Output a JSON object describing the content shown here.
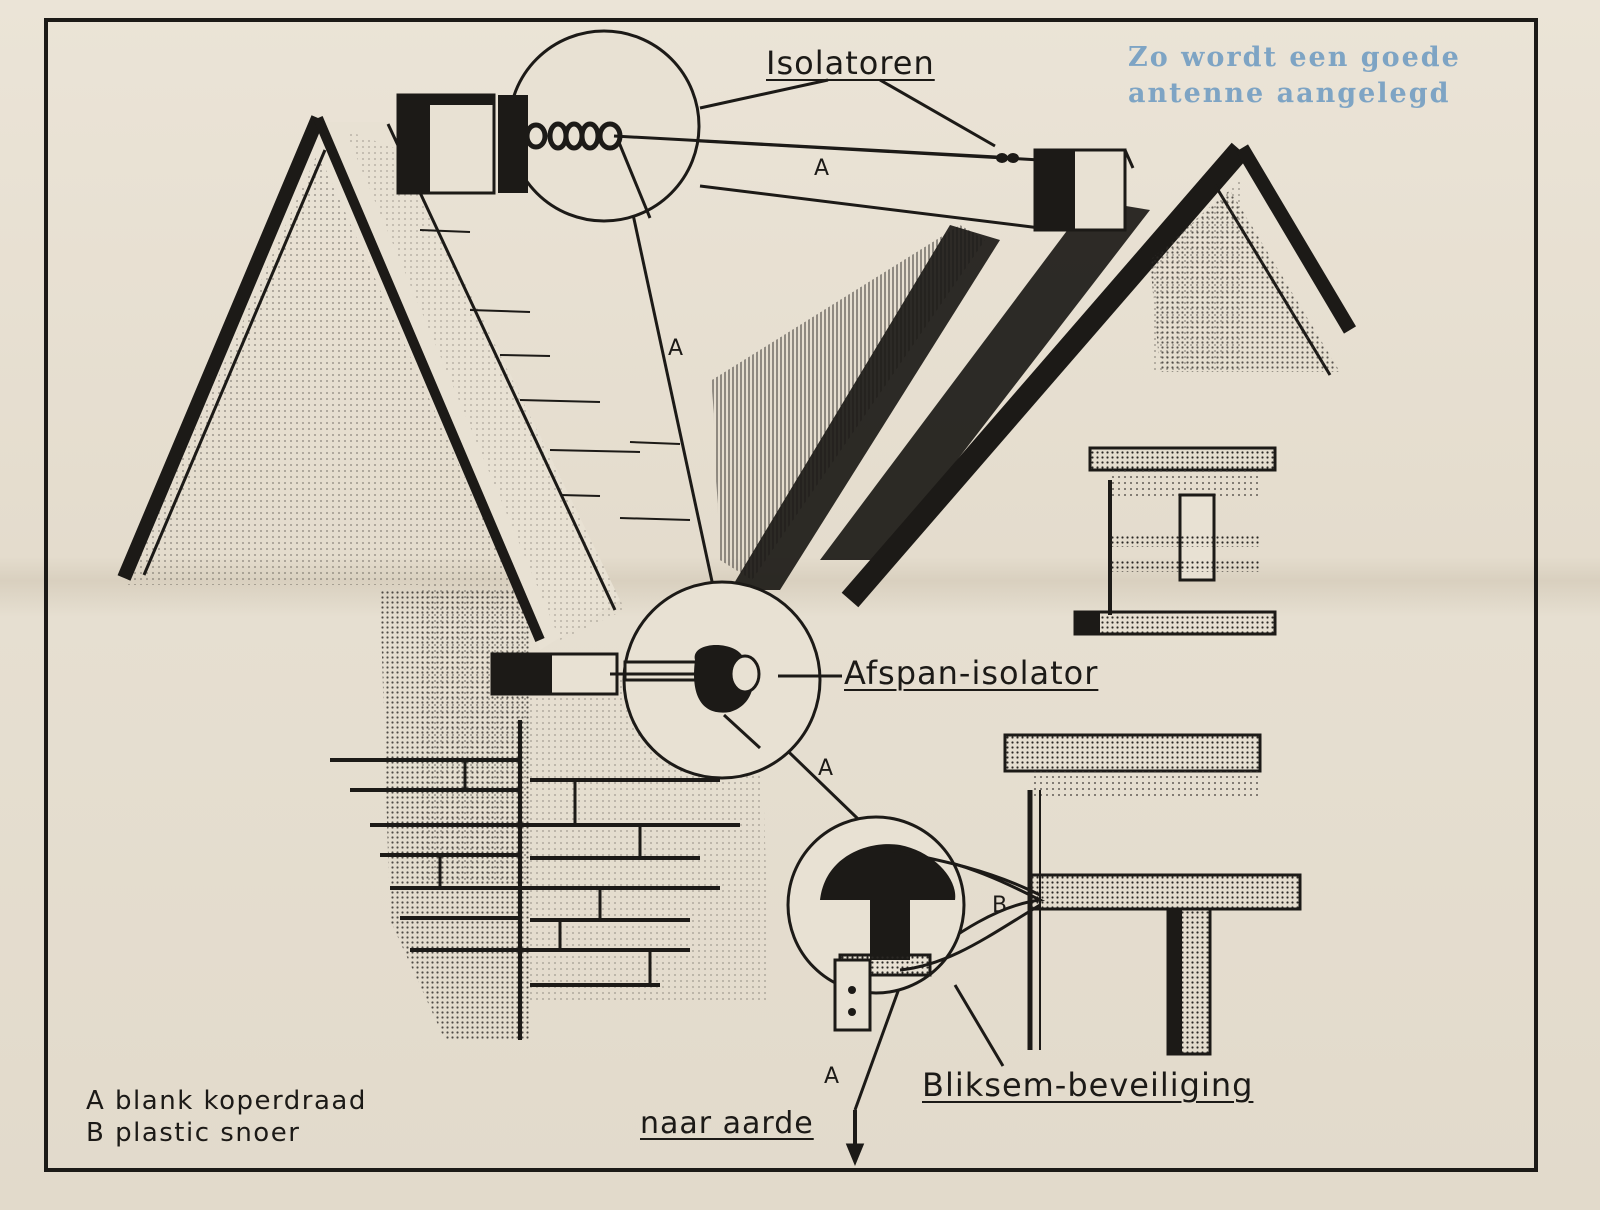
{
  "headline": {
    "line1": "Zo wordt een goede",
    "line2": "antenne aangelegd"
  },
  "labels": {
    "isolatoren": "Isolatoren",
    "afspan_isolator": "Afspan-isolator",
    "bliksem_beveiliging": "Bliksem-beveiliging",
    "naar_aarde": "naar aarde",
    "wire_a": "A",
    "wire_b": "B"
  },
  "legend": {
    "a": "A blank koperdraad",
    "b": "B plastic snoer"
  },
  "colors": {
    "ink": "#1c1a17",
    "paper": "#e6dfd1",
    "headline_blue": "#7ea4c4"
  }
}
